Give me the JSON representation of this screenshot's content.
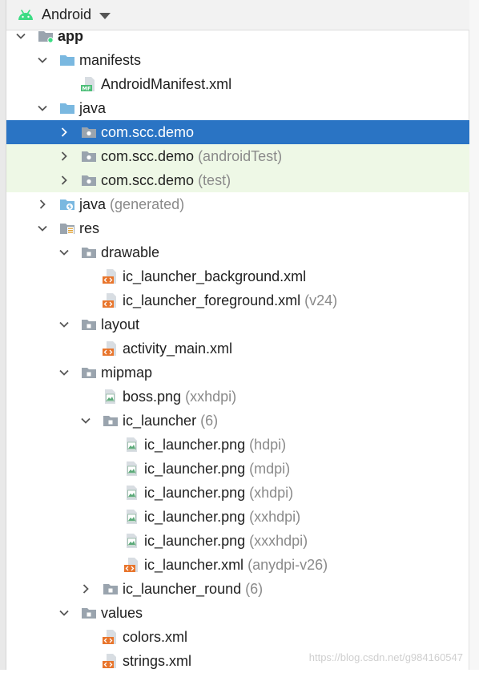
{
  "header": {
    "title": "Android",
    "logo_icon": "android-logo-icon",
    "dropdown_icon": "caret-down-icon"
  },
  "colors": {
    "selected": "#2a74c4",
    "green_row": "#eef8e6",
    "hint": "#8a8a8a",
    "folder": "#7ab8e0",
    "resource_xml": "#e8752c"
  },
  "tree": [
    {
      "label": "app",
      "hint": "",
      "depth": 0,
      "arrow": "down",
      "icon": "module",
      "bold": true
    },
    {
      "label": "manifests",
      "hint": "",
      "depth": 1,
      "arrow": "down",
      "icon": "folder-blue"
    },
    {
      "label": "AndroidManifest.xml",
      "hint": "",
      "depth": 2,
      "arrow": "",
      "icon": "manifest"
    },
    {
      "label": "java",
      "hint": "",
      "depth": 1,
      "arrow": "down",
      "icon": "folder-blue"
    },
    {
      "label": "com.scc.demo",
      "hint": "",
      "depth": 2,
      "arrow": "right",
      "icon": "package",
      "selected": true
    },
    {
      "label": "com.scc.demo",
      "hint": "(androidTest)",
      "depth": 2,
      "arrow": "right",
      "icon": "package",
      "green": true
    },
    {
      "label": "com.scc.demo",
      "hint": "(test)",
      "depth": 2,
      "arrow": "right",
      "icon": "package",
      "green": true
    },
    {
      "label": "java",
      "hint": "(generated)",
      "depth": 1,
      "arrow": "right",
      "icon": "folder-generated"
    },
    {
      "label": "res",
      "hint": "",
      "depth": 1,
      "arrow": "down",
      "icon": "folder-res"
    },
    {
      "label": "drawable",
      "hint": "",
      "depth": 2,
      "arrow": "down",
      "icon": "folder-gray"
    },
    {
      "label": "ic_launcher_background.xml",
      "hint": "",
      "depth": 3,
      "arrow": "",
      "icon": "xml"
    },
    {
      "label": "ic_launcher_foreground.xml",
      "hint": "(v24)",
      "depth": 3,
      "arrow": "",
      "icon": "xml"
    },
    {
      "label": "layout",
      "hint": "",
      "depth": 2,
      "arrow": "down",
      "icon": "folder-gray"
    },
    {
      "label": "activity_main.xml",
      "hint": "",
      "depth": 3,
      "arrow": "",
      "icon": "xml"
    },
    {
      "label": "mipmap",
      "hint": "",
      "depth": 2,
      "arrow": "down",
      "icon": "folder-gray"
    },
    {
      "label": "boss.png",
      "hint": "(xxhdpi)",
      "depth": 3,
      "arrow": "",
      "icon": "image"
    },
    {
      "label": "ic_launcher",
      "hint": "(6)",
      "depth": 3,
      "arrow": "down",
      "icon": "folder-gray"
    },
    {
      "label": "ic_launcher.png",
      "hint": "(hdpi)",
      "depth": 4,
      "arrow": "",
      "icon": "image"
    },
    {
      "label": "ic_launcher.png",
      "hint": "(mdpi)",
      "depth": 4,
      "arrow": "",
      "icon": "image"
    },
    {
      "label": "ic_launcher.png",
      "hint": "(xhdpi)",
      "depth": 4,
      "arrow": "",
      "icon": "image"
    },
    {
      "label": "ic_launcher.png",
      "hint": "(xxhdpi)",
      "depth": 4,
      "arrow": "",
      "icon": "image"
    },
    {
      "label": "ic_launcher.png",
      "hint": "(xxxhdpi)",
      "depth": 4,
      "arrow": "",
      "icon": "image"
    },
    {
      "label": "ic_launcher.xml",
      "hint": "(anydpi-v26)",
      "depth": 4,
      "arrow": "",
      "icon": "xml"
    },
    {
      "label": "ic_launcher_round",
      "hint": "(6)",
      "depth": 3,
      "arrow": "right",
      "icon": "folder-gray"
    },
    {
      "label": "values",
      "hint": "",
      "depth": 2,
      "arrow": "down",
      "icon": "folder-gray"
    },
    {
      "label": "colors.xml",
      "hint": "",
      "depth": 3,
      "arrow": "",
      "icon": "xml"
    },
    {
      "label": "strings.xml",
      "hint": "",
      "depth": 3,
      "arrow": "",
      "icon": "xml"
    }
  ],
  "watermark": "https://blog.csdn.net/g984160547"
}
